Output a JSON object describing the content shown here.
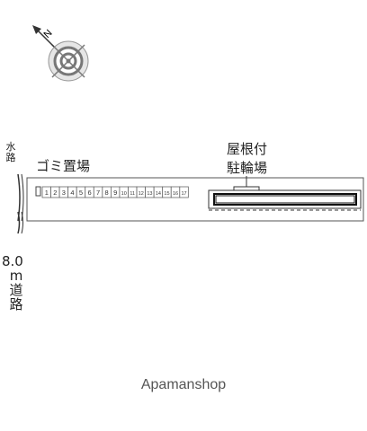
{
  "compass": {
    "north_label": "N"
  },
  "labels": {
    "waterway": "水路",
    "road_width": "8.0",
    "road_unit_name": "m道路",
    "garbage": "ゴミ置場",
    "bike_parking_line1": "屋根付",
    "bike_parking_line2": "駐輪場"
  },
  "parking_spaces": [
    "1",
    "2",
    "3",
    "4",
    "5",
    "6",
    "7",
    "8",
    "9",
    "10",
    "11",
    "12",
    "13",
    "14",
    "15",
    "16",
    "17"
  ],
  "watermark": "Apamanshop"
}
